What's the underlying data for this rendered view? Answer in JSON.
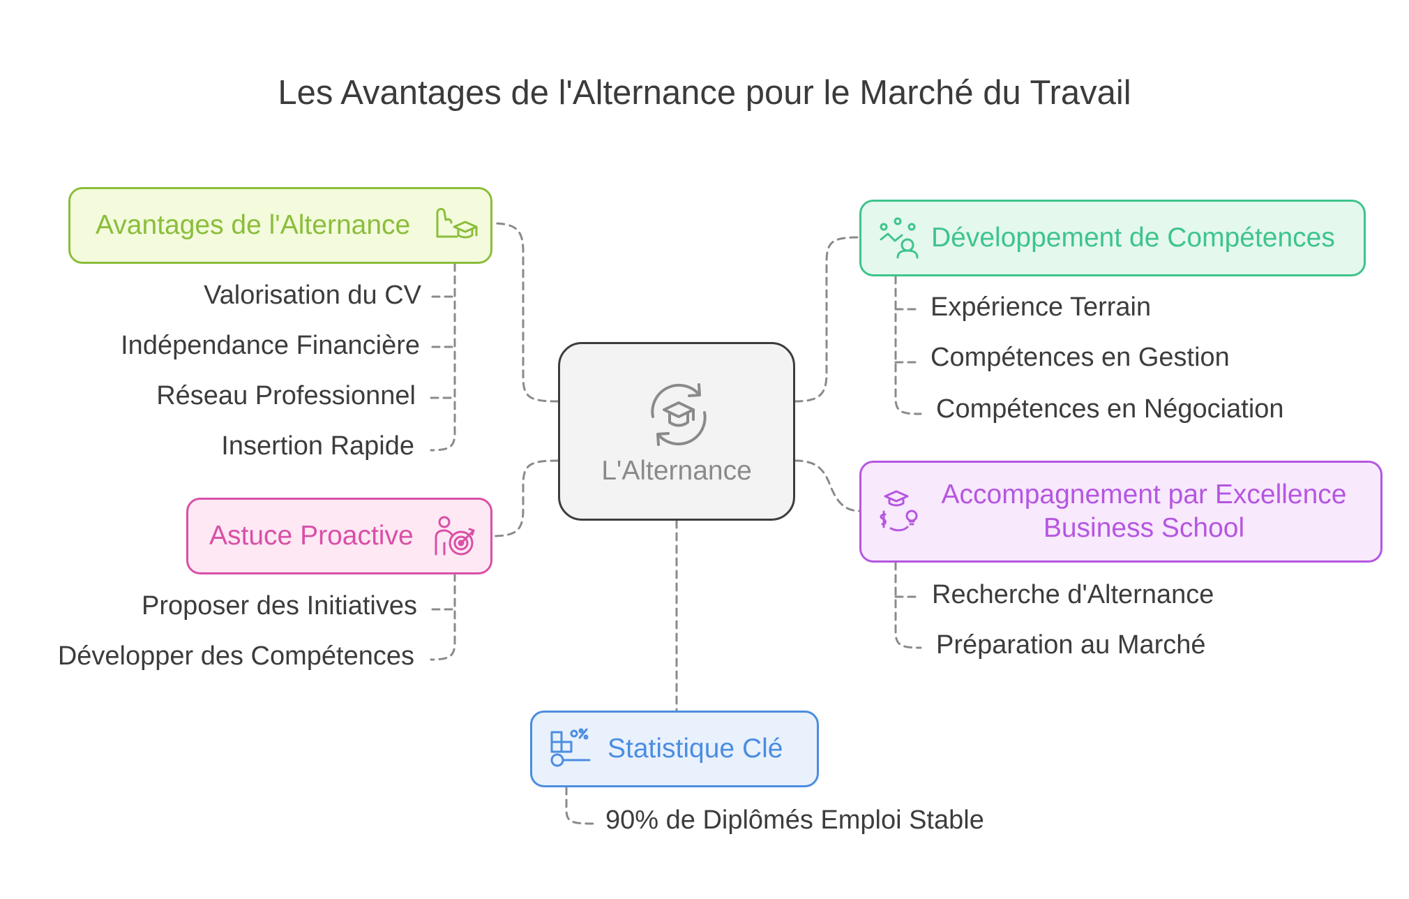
{
  "title": "Les Avantages de l'Alternance pour le Marché du Travail",
  "center": {
    "label": "L'Alternance",
    "icon": "graduation-cycle-icon",
    "border": "#3d3d3d"
  },
  "branches": {
    "avantages": {
      "label": "Avantages de l'Alternance",
      "icon": "flexed-arm-graduation-icon",
      "color": "#8bbd3a",
      "fill": "#f3fbdc",
      "items": [
        "Valorisation du CV",
        "Indépendance Financière",
        "Réseau Professionnel",
        "Insertion Rapide"
      ]
    },
    "astuce": {
      "label": "Astuce Proactive",
      "icon": "person-target-icon",
      "color": "#d94fa6",
      "fill": "#fde8f4",
      "items": [
        "Proposer des Initiatives",
        "Développer des Compétences"
      ]
    },
    "developpement": {
      "label": "Développement de Compétences",
      "icon": "growth-skills-icon",
      "color": "#3ec48b",
      "fill": "#e4f8ee",
      "items": [
        "Expérience Terrain",
        "Compétences en Gestion",
        "Compétences en Négociation"
      ]
    },
    "accompagnement": {
      "label": "Accompagnement par Excellence Business School",
      "icon": "graduation-money-idea-icon",
      "color": "#b556e0",
      "fill": "#f8e9fd",
      "items": [
        "Recherche d'Alternance",
        "Préparation au Marché"
      ]
    },
    "statistique": {
      "label": "Statistique Clé",
      "icon": "chart-percentage-icon",
      "color": "#4b8de0",
      "fill": "#e9f1fd",
      "items": [
        "90% de Diplômés Emploi Stable"
      ]
    }
  }
}
